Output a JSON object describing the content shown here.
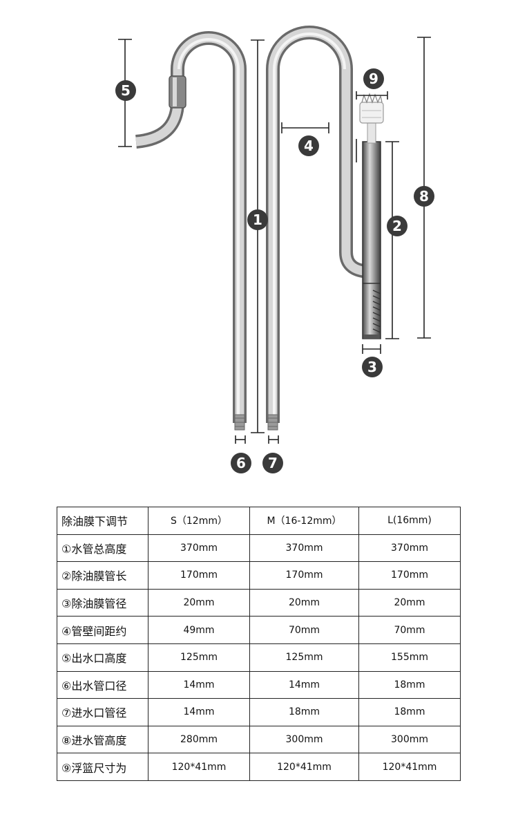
{
  "diagram": {
    "callouts": [
      "1",
      "2",
      "3",
      "4",
      "5",
      "6",
      "7",
      "8",
      "9"
    ]
  },
  "table": {
    "header": [
      "除油膜下调节",
      "S（12mm）",
      "M（16-12mm）",
      "L(16mm)"
    ],
    "rows": [
      {
        "label": "①水管总高度",
        "values": [
          "370mm",
          "370mm",
          "370mm"
        ]
      },
      {
        "label": "②除油膜管长",
        "values": [
          "170mm",
          "170mm",
          "170mm"
        ]
      },
      {
        "label": "③除油膜管径",
        "values": [
          "20mm",
          "20mm",
          "20mm"
        ]
      },
      {
        "label": "④管壁间距约",
        "values": [
          "49mm",
          "70mm",
          "70mm"
        ]
      },
      {
        "label": "⑤出水口高度",
        "values": [
          "125mm",
          "125mm",
          "155mm"
        ]
      },
      {
        "label": "⑥出水管口径",
        "values": [
          "14mm",
          "14mm",
          "18mm"
        ]
      },
      {
        "label": "⑦进水口管径",
        "values": [
          "14mm",
          "18mm",
          "18mm"
        ]
      },
      {
        "label": "⑧进水管高度",
        "values": [
          "280mm",
          "300mm",
          "300mm"
        ]
      },
      {
        "label": "⑨浮篮尺寸为",
        "values": [
          "120*41mm",
          "120*41mm",
          "120*41mm"
        ]
      }
    ]
  }
}
